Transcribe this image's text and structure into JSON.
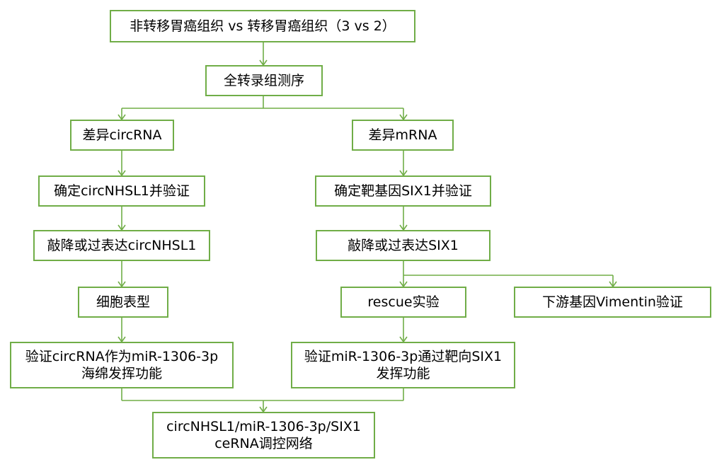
{
  "nodes": {
    "top": "非转移胃癌组织 vs 转移胃癌组织（3 vs 2）",
    "seq": "全转录组测序",
    "diff_circ": "差异circRNA",
    "diff_mrna": "差异mRNA",
    "confirm_circ": "确定circNHSL1并验证",
    "confirm_six1": "确定靶基因SIX1并验证",
    "kd_circ": "敲降或过表达circNHSL1",
    "kd_six1": "敲降或过表达SIX1",
    "phenotype": "细胞表型",
    "rescue": "rescue实验",
    "vimentin": "下游基因Vimentin验证",
    "sponge_line1": "验证circRNA作为miR-1306-3p",
    "sponge_line2": "海绵发挥功能",
    "mir_line1": "验证miR-1306-3p通过靶向SIX1",
    "mir_line2": "发挥功能",
    "final_line1": "circNHSL1/miR-1306-3p/SIX1",
    "final_line2": "ceRNA调控网络"
  },
  "colors": {
    "border": "#70ad47",
    "connector": "#70ad47",
    "text": "#000000"
  }
}
